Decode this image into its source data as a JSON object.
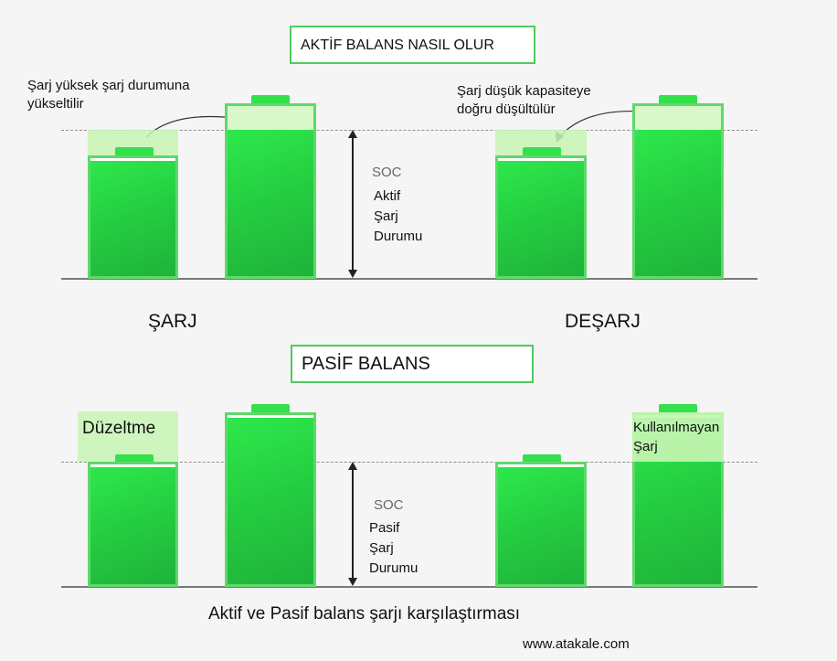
{
  "active": {
    "title": "AKTİF BALANS NASIL OLUR",
    "note_left": "Şarj yüksek şarj durumuna\nyükseltilir",
    "note_right": "Şarj düşük kapasiteye\ndoğru düşültülür",
    "soc_label": "SOC",
    "soc_desc": "Aktif\nŞarj\nDurumu",
    "label_left": "ŞARJ",
    "label_right": "DEŞARJ"
  },
  "passive": {
    "title": "PASİF BALANS",
    "note_left": "Düzeltme",
    "note_right": "Kullanılmayan\nŞarj",
    "soc_label": "SOC",
    "soc_desc": "Pasif\nŞarj\nDurumu"
  },
  "caption": "Aktif ve Pasif balans şarjı karşılaştırması",
  "website": "www.atakale.com",
  "colors": {
    "battery_green": "#24cc40",
    "border_green": "#5ed96a",
    "overlay_green": "#c8f5b4",
    "frame_green": "#4ecb5e"
  }
}
